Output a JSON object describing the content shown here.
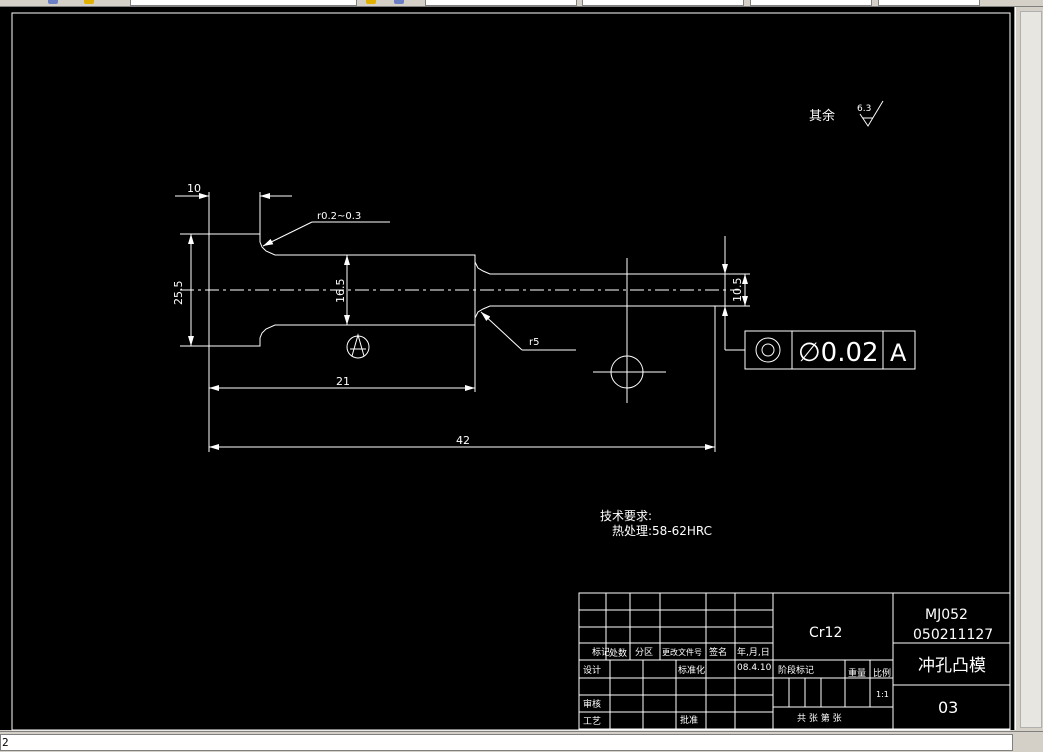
{
  "surface_finish": {
    "note": "其余",
    "value": "6.3"
  },
  "dims": {
    "d10": "10",
    "d25_5": "25.5",
    "d16_5": "16.5",
    "d10_5": "10.5",
    "d21": "21",
    "d42": "42",
    "r_small": "r0.2~0.3",
    "r5": "r5"
  },
  "tolerance": {
    "value": "∅0.02",
    "datum": "A"
  },
  "tech_req": {
    "title": "技术要求:",
    "line1": "热处理:58-62HRC"
  },
  "title_block": {
    "material": "Cr12",
    "drawing_no": "MJ052",
    "code": "050211127",
    "part_name": "冲孔凸模",
    "sheet_no": "03",
    "h_mark": "标记",
    "h_count": "处数",
    "h_zone": "分区",
    "h_doc": "更改文件号",
    "h_sign": "签名",
    "h_date": "年,月,日",
    "design": "设计",
    "standard": "标准化",
    "date": "08.4.10",
    "stage": "阶段标记",
    "weight": "重量",
    "scale": "比例",
    "scale_val": "1:1",
    "review": "审核",
    "process": "工艺",
    "approve": "批准",
    "sheets": "共   张   第   张"
  },
  "command_line": "2"
}
